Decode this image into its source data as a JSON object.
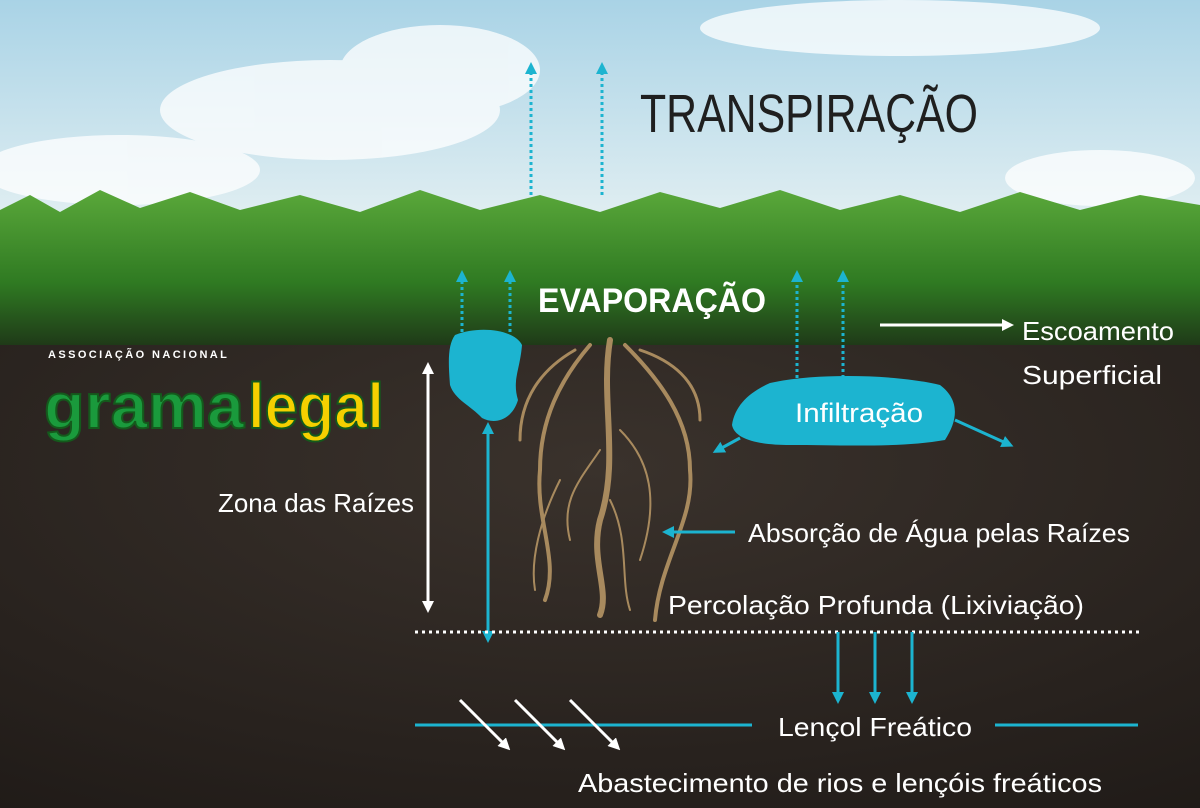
{
  "logo": {
    "tagline": "ASSOCIAÇÃO NACIONAL",
    "name_part1": "grama",
    "name_part2": "legal"
  },
  "labels": {
    "transpiration": "TRANSPIRAÇÃO",
    "evaporation": "EVAPORAÇÃO",
    "runoff_line1": "Escoamento",
    "runoff_line2": "Superficial",
    "infiltration": "Infiltração",
    "root_zone": "Zona das Raízes",
    "root_absorption": "Absorção de Água pelas Raízes",
    "deep_percolation": "Percolação Profunda (Lixiviação)",
    "water_table": "Lençol Freático",
    "supply": "Abastecimento de rios e lençóis freáticos"
  },
  "colors": {
    "water": "#1cb4d0",
    "logo_green": "#1a9a3c",
    "logo_yellow": "#f5d000",
    "soil": "#2a2420",
    "grass": "#3f8a2a"
  }
}
